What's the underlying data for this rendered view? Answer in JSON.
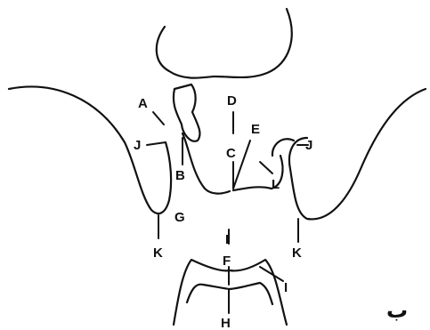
{
  "diagram": {
    "labels": {
      "A": "A",
      "B": "B",
      "C": "C",
      "D": "D",
      "E": "E",
      "F": "F",
      "G": "G",
      "H": "H",
      "I_right": "I",
      "I_center": "I",
      "J_left": "J",
      "J_right": "J",
      "K_left": "K",
      "K_right": "K",
      "L": "L"
    },
    "corner_mark": "ب",
    "colors": {
      "ink": "#111111",
      "background": "#ffffff"
    }
  }
}
